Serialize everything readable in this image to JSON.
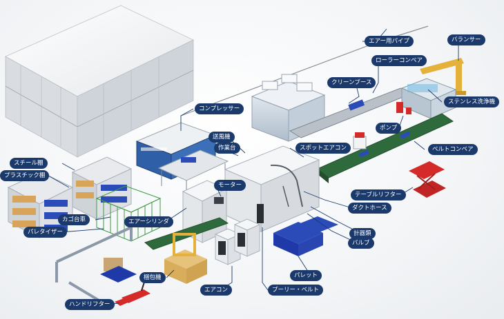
{
  "labels": {
    "air_pipe": "エアー用パイプ",
    "balancer": "バランサー",
    "roller_conveyor": "ローラーコンベア",
    "clean_booth": "クリーンブース",
    "compressor": "コンプレッサー",
    "stainless_washer": "ステンレス洗浄機",
    "blower": "送風機",
    "pump": "ポンプ",
    "workbench": "作業台",
    "spot_aircon": "スポットエアコン",
    "belt_conveyor": "ベルトコンベア",
    "steel_shelf": "スチール棚",
    "plastic_shelf": "プラスチック棚",
    "motor": "モーター",
    "table_lifter": "テーブルリフター",
    "duct_hose": "ダクトホース",
    "cage_cart": "カゴ台車",
    "air_cylinder": "エアーシリンダ",
    "gauges": "計器類",
    "palletizer": "パレタイザー",
    "valve": "バルブ",
    "pallet": "パレット",
    "packing_machine": "梱包機",
    "aircon": "エアコン",
    "pulley_belt": "プーリー・ベルト",
    "hand_lifter": "ハンドリフター"
  },
  "colors": {
    "label_bg": "#1b3a6b",
    "leader": "#1b3a6b",
    "conveyor_green": "#2f6a3c",
    "pallet_blue": "#1f3aa8",
    "lifter_red": "#d42a2a",
    "balancer_yellow": "#e4b23a"
  }
}
